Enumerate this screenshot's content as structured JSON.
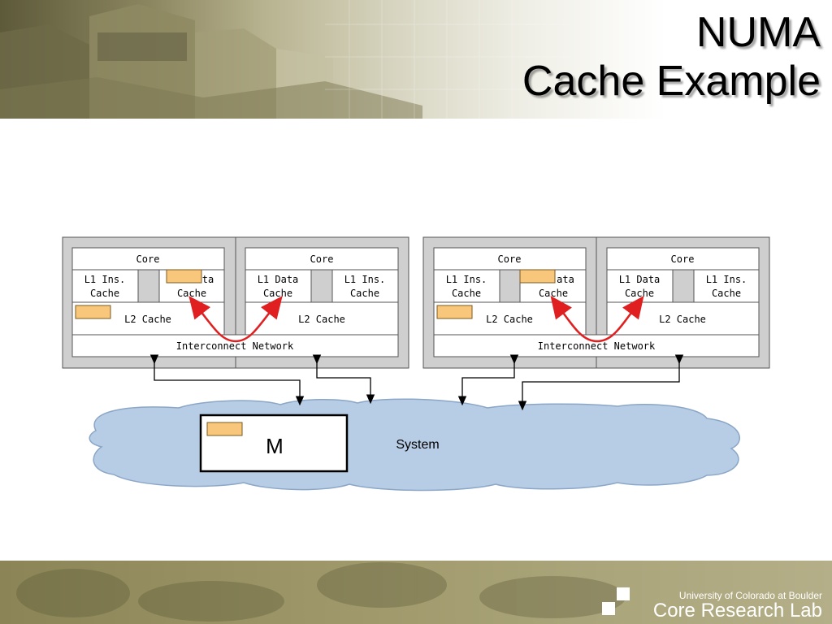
{
  "slide": {
    "title_line1": "NUMA",
    "title_line2": "Cache Example"
  },
  "diagram": {
    "core_label": "Core",
    "l1_ins_line1": "L1 Ins.",
    "l1_ins_line2": "Cache",
    "l1_data_line1": "L1 Data",
    "l1_data_line2": "Cache",
    "l1_data_partial": "ta",
    "l1_data_partial_2": "ata",
    "l2_label": "L2 Cache",
    "interconnect_label": "Interconnect Network",
    "memory_label": "M",
    "system_label": "System"
  },
  "footer": {
    "university": "University of Colorado at Boulder",
    "lab": "Core Research Lab"
  },
  "colors": {
    "cache_line": "#f9c77b",
    "arrow_red": "#e02020",
    "cloud_fill": "#b7cde6"
  }
}
